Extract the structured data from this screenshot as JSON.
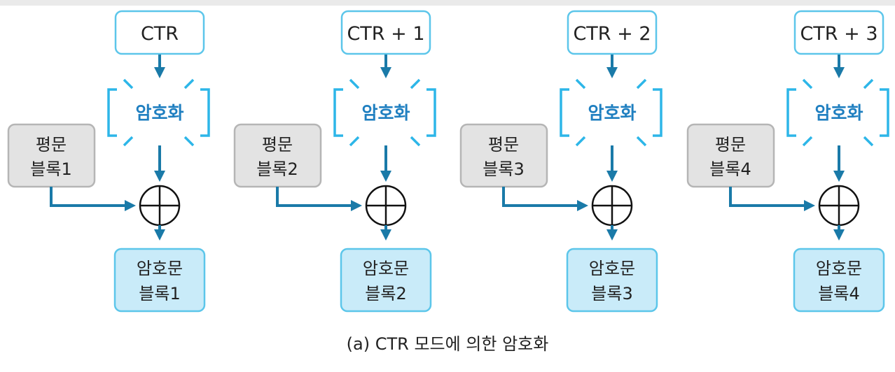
{
  "blocks": [
    {
      "counter": "CTR",
      "encrypt": "암호화",
      "plaintext": [
        "평문",
        "블록1"
      ],
      "ciphertext": [
        "암호문",
        "블록1"
      ]
    },
    {
      "counter": "CTR + 1",
      "encrypt": "암호화",
      "plaintext": [
        "평문",
        "블록2"
      ],
      "ciphertext": [
        "암호문",
        "블록2"
      ]
    },
    {
      "counter": "CTR + 2",
      "encrypt": "암호화",
      "plaintext": [
        "평문",
        "블록3"
      ],
      "ciphertext": [
        "암호문",
        "블록3"
      ]
    },
    {
      "counter": "CTR + 3",
      "encrypt": "암호화",
      "plaintext": [
        "평문",
        "블록4"
      ],
      "ciphertext": [
        "암호문",
        "블록4"
      ]
    }
  ],
  "caption": "(a) CTR 모드에 의한 암호화",
  "colors": {
    "counter_border": "#5cc6ea",
    "encrypt_frame": "#2db6e8",
    "encrypt_text": "#1f7fc0",
    "plaintext_fill": "#e3e3e3",
    "ciphertext_fill": "#c9ebf9",
    "arrow": "#1a7aa8"
  }
}
